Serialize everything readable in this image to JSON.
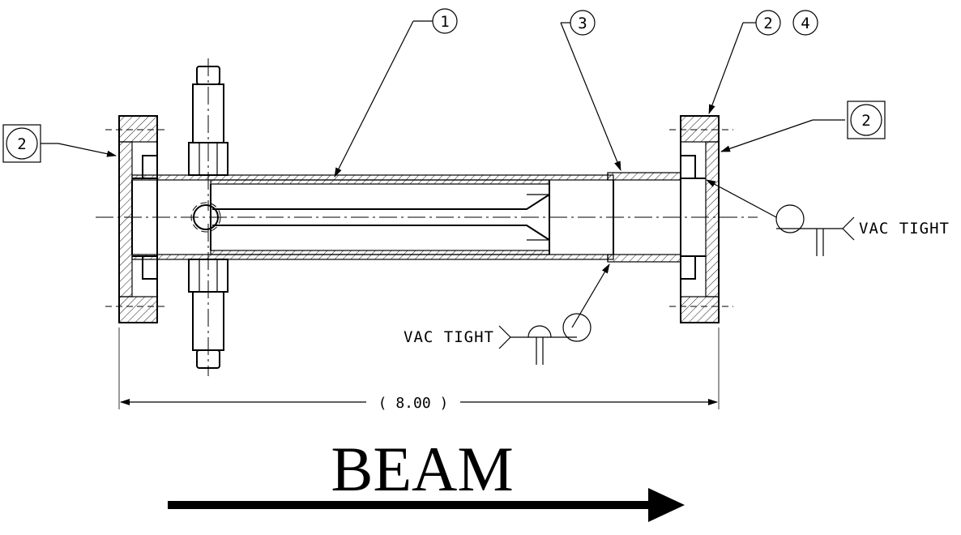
{
  "callouts": {
    "body_tube": "1",
    "flange_left": "2",
    "flange_right": "2",
    "flange_top_right": "2",
    "hardware": "4",
    "sleeve": "3"
  },
  "welds": {
    "right": "VAC TIGHT",
    "lower": "VAC TIGHT"
  },
  "dimension": {
    "overall_length": "( 8.00 )"
  },
  "beam": {
    "label": "BEAM"
  }
}
